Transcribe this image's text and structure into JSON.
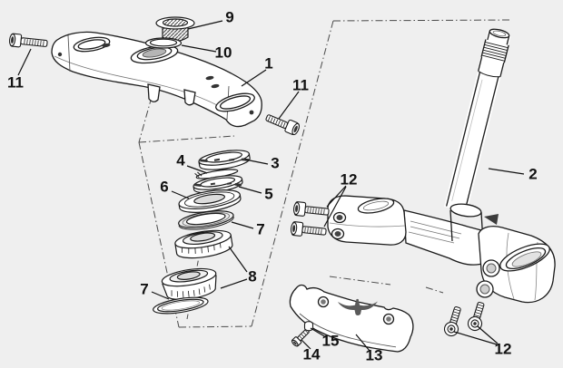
{
  "figure": {
    "background_color": "#efefef",
    "line_color": "#1a1a1a",
    "dash_line_color": "#4a4a4a",
    "shade_gray": "#dcdcdc",
    "logo_icon": "moto-guzzi-eagle-logo"
  },
  "callouts": [
    {
      "label": "9"
    },
    {
      "label": "10"
    },
    {
      "label": "1"
    },
    {
      "label": "11"
    },
    {
      "label": "11"
    },
    {
      "label": "2"
    },
    {
      "label": "3"
    },
    {
      "label": "4"
    },
    {
      "label": "5"
    },
    {
      "label": "6"
    },
    {
      "label": "7"
    },
    {
      "label": "8"
    },
    {
      "label": "7"
    },
    {
      "label": "12"
    },
    {
      "label": "12"
    },
    {
      "label": "13"
    },
    {
      "label": "14"
    },
    {
      "label": "15"
    }
  ]
}
